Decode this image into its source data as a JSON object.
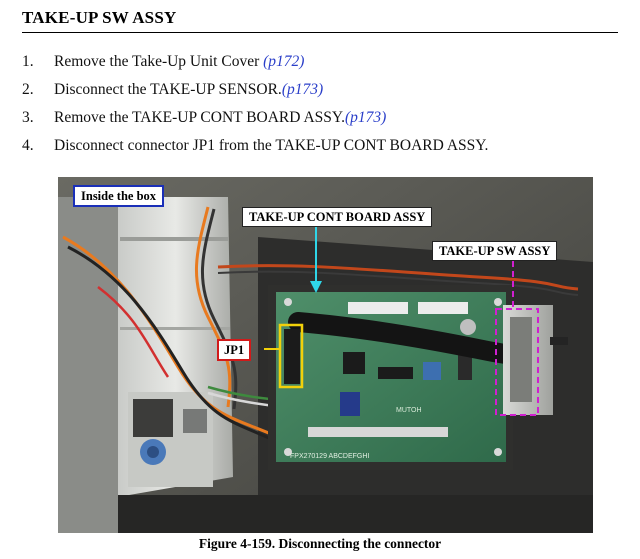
{
  "heading": "TAKE-UP SW ASSY",
  "steps": [
    {
      "num": "1.",
      "text": "Remove the Take-Up Unit Cover ",
      "ref": "(p172)"
    },
    {
      "num": "2.",
      "text": "Disconnect the TAKE-UP SENSOR.",
      "ref": "(p173)"
    },
    {
      "num": "3.",
      "text": "Remove the TAKE-UP CONT BOARD ASSY.",
      "ref": "(p173)"
    },
    {
      "num": "4.",
      "text": "Disconnect connector JP1 from the TAKE-UP CONT BOARD ASSY.",
      "ref": ""
    }
  ],
  "figure": {
    "callouts": {
      "inside_box": "Inside the box",
      "board": "TAKE-UP CONT BOARD ASSY",
      "sw": "TAKE-UP SW ASSY",
      "jp1": "JP1"
    },
    "board_silkscreen": "FPX270129  ABCDEFGHI",
    "board_brand": "MUTOH",
    "colors": {
      "board_pointer": "#2fd6e8",
      "sw_marker": "#d01fd0",
      "jp1_marker": "#f2d10a",
      "inside_box_border": "#1a2fb8",
      "jp1_border": "#d11a1a",
      "link": "#2a3ec9"
    }
  },
  "caption": "Figure 4-159.  Disconnecting the connector"
}
